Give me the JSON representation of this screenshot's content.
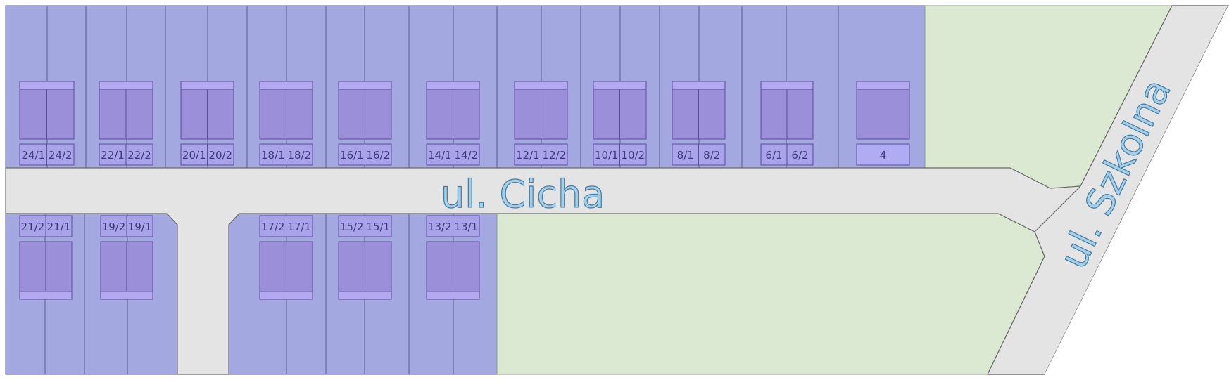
{
  "streets": {
    "cicha": "ul. Cicha",
    "szkolna": "ul. Szkolna"
  },
  "colors": {
    "plot": "#a4a8e1",
    "green": "#dbe9d2",
    "road": "#e4e4e4",
    "house": "#9a8fd8",
    "street_label_fill": "#a8cde6",
    "street_label_stroke": "#3f7ea6"
  },
  "plots_north": [
    "24/1",
    "24/2",
    "22/1",
    "22/2",
    "20/1",
    "20/2",
    "18/1",
    "18/2",
    "16/1",
    "16/2",
    "14/1",
    "14/2",
    "12/1",
    "12/2",
    "10/1",
    "10/2",
    "8/1",
    "8/2",
    "6/1",
    "6/2",
    "4"
  ],
  "plots_south": [
    "21/2",
    "21/1",
    "19/2",
    "19/1",
    "17/2",
    "17/1",
    "15/2",
    "15/1",
    "13/2",
    "13/1"
  ]
}
